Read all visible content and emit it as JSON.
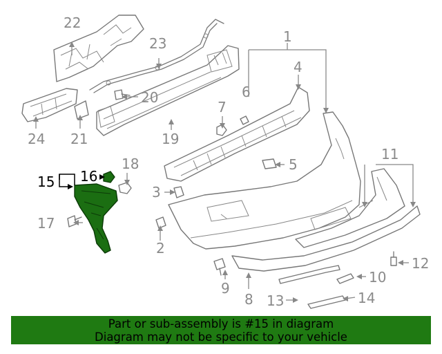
{
  "diagram": {
    "callouts": [
      "1",
      "2",
      "3",
      "4",
      "5",
      "6",
      "7",
      "8",
      "9",
      "10",
      "11",
      "12",
      "13",
      "14",
      "15",
      "16",
      "17",
      "18",
      "19",
      "20",
      "21",
      "22",
      "23",
      "24"
    ],
    "highlighted_part": "15",
    "highlight_color": "#1f7a12",
    "line_color": "#777777"
  },
  "banner": {
    "line1": "Part or sub-assembly is #15 in diagram",
    "line2": "Diagram may not be specific to your vehicle",
    "background": "#1f7a12"
  }
}
